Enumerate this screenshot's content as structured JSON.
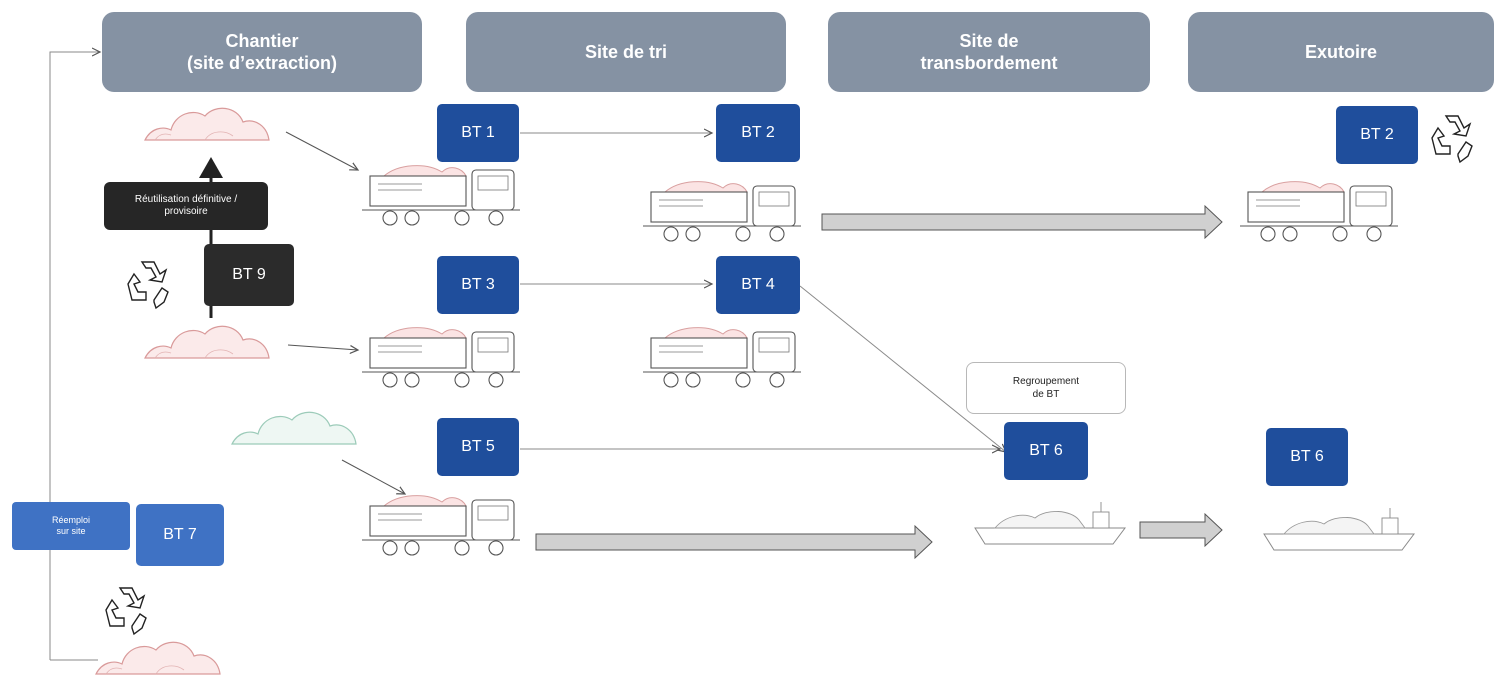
{
  "stages": {
    "chantier": "Chantier\n(site d’extraction)",
    "tri": "Site de tri",
    "transbordement": "Site de\ntransbordement",
    "exutoire": "Exutoire"
  },
  "bt": {
    "bt1": "BT 1",
    "bt2": "BT 2",
    "bt2_exutoire": "BT 2",
    "bt3": "BT 3",
    "bt4": "BT 4",
    "bt5": "BT 5",
    "bt6": "BT 6",
    "bt6_exutoire": "BT 6",
    "bt7": "BT 7",
    "bt9": "BT 9"
  },
  "labels": {
    "reutilisation": "Réutilisation définitive /\nprovisoire",
    "reemploi": "Réemploi\nsur site",
    "regroupement": "Regroupement\nde BT"
  },
  "icons": [
    "soil-pile-icon",
    "dump-truck-icon",
    "barge-icon",
    "recycle-icon"
  ],
  "colors": {
    "header": "#8592a3",
    "bt": "#1f4e9c",
    "bt_light": "#3f72c4",
    "dark": "#262626",
    "soil_pink": "#e8b0b0",
    "soil_green": "#a8d4c4"
  }
}
